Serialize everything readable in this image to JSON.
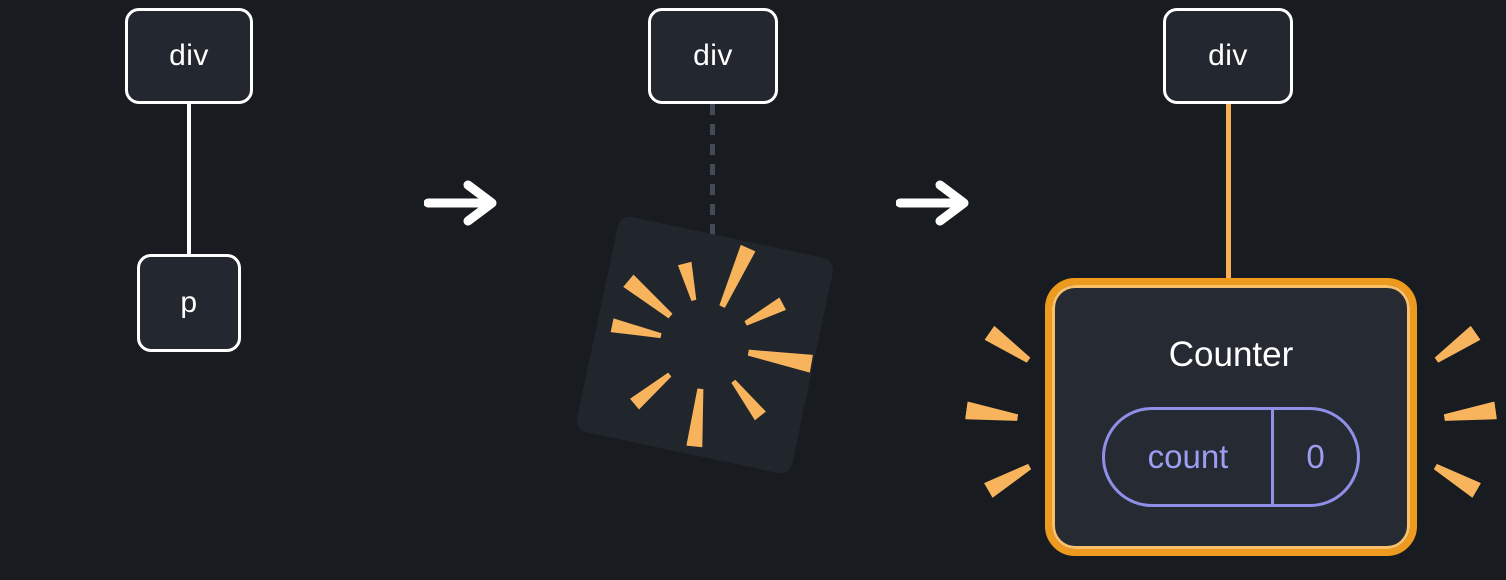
{
  "stage1": {
    "parent_label": "div",
    "child_label": "p"
  },
  "stage2": {
    "node_label": "div"
  },
  "stage3": {
    "node_label": "div",
    "counter": {
      "title": "Counter",
      "state_name": "count",
      "state_value": "0"
    }
  },
  "icons": {
    "arrow_right": "→",
    "spark_burst": "✹",
    "spark_rays": "☀"
  },
  "colors": {
    "background": "#181B20",
    "node_fill": "#23272F",
    "node_border": "#FFFFFF",
    "label_text": "#FFFFFF",
    "arrow": "#FFFFFF",
    "tree_edge": "#FFFFFF",
    "dashed_edge": "#444A54",
    "orange_edge": "#F8AE52",
    "orange_border": "#EE9A1F",
    "orange_spark": "#F8B45C",
    "purple_accent": "#8F8FE8",
    "render_square": "#21252C"
  }
}
